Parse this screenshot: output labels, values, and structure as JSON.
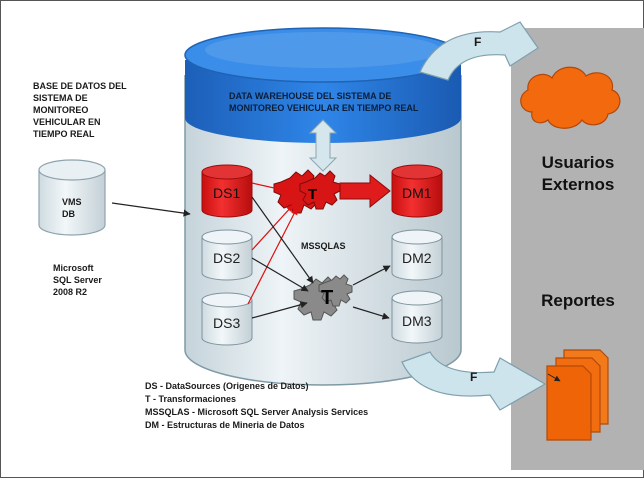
{
  "source_db": {
    "title_lines": [
      "BASE DE DATOS DEL",
      "SISTEMA DE",
      "MONITOREO",
      "VEHICULAR EN",
      "TIEMPO REAL"
    ],
    "cylinder_label_lines": [
      "VMS",
      "DB"
    ],
    "server_lines": [
      "Microsoft",
      "SQL Server",
      "2008 R2"
    ]
  },
  "warehouse": {
    "title_lines": [
      "DATA WAREHOUSE DEL SISTEMA DE",
      "MONITOREO VEHICULAR EN TIEMPO REAL"
    ],
    "datasources": [
      "DS1",
      "DS2",
      "DS3"
    ],
    "datamarts": [
      "DM1",
      "DM2",
      "DM3"
    ],
    "transform_label": "T",
    "analysis_label": "MSSQLAS"
  },
  "feedback_label": "F",
  "side_panel": {
    "users_lines": [
      "Usuarios",
      "Externos"
    ],
    "reports": "Reportes"
  },
  "legend": [
    "DS - DataSources (Origenes de Datos)",
    "T - Transformaciones",
    "MSSQLAS - Microsoft SQL Server Analysis Services",
    "DM - Estructuras de Mineria de Datos"
  ],
  "colors": {
    "panel_gray": "#b2b2b2",
    "warehouse_blue": "#1e6fd0",
    "cylinder_body": "#dbe6ec",
    "red": "#e01b1b",
    "gear_gray": "#8a8a8a",
    "cloud_orange": "#f26a0d",
    "arrow_teal": "#c9e3ea"
  }
}
